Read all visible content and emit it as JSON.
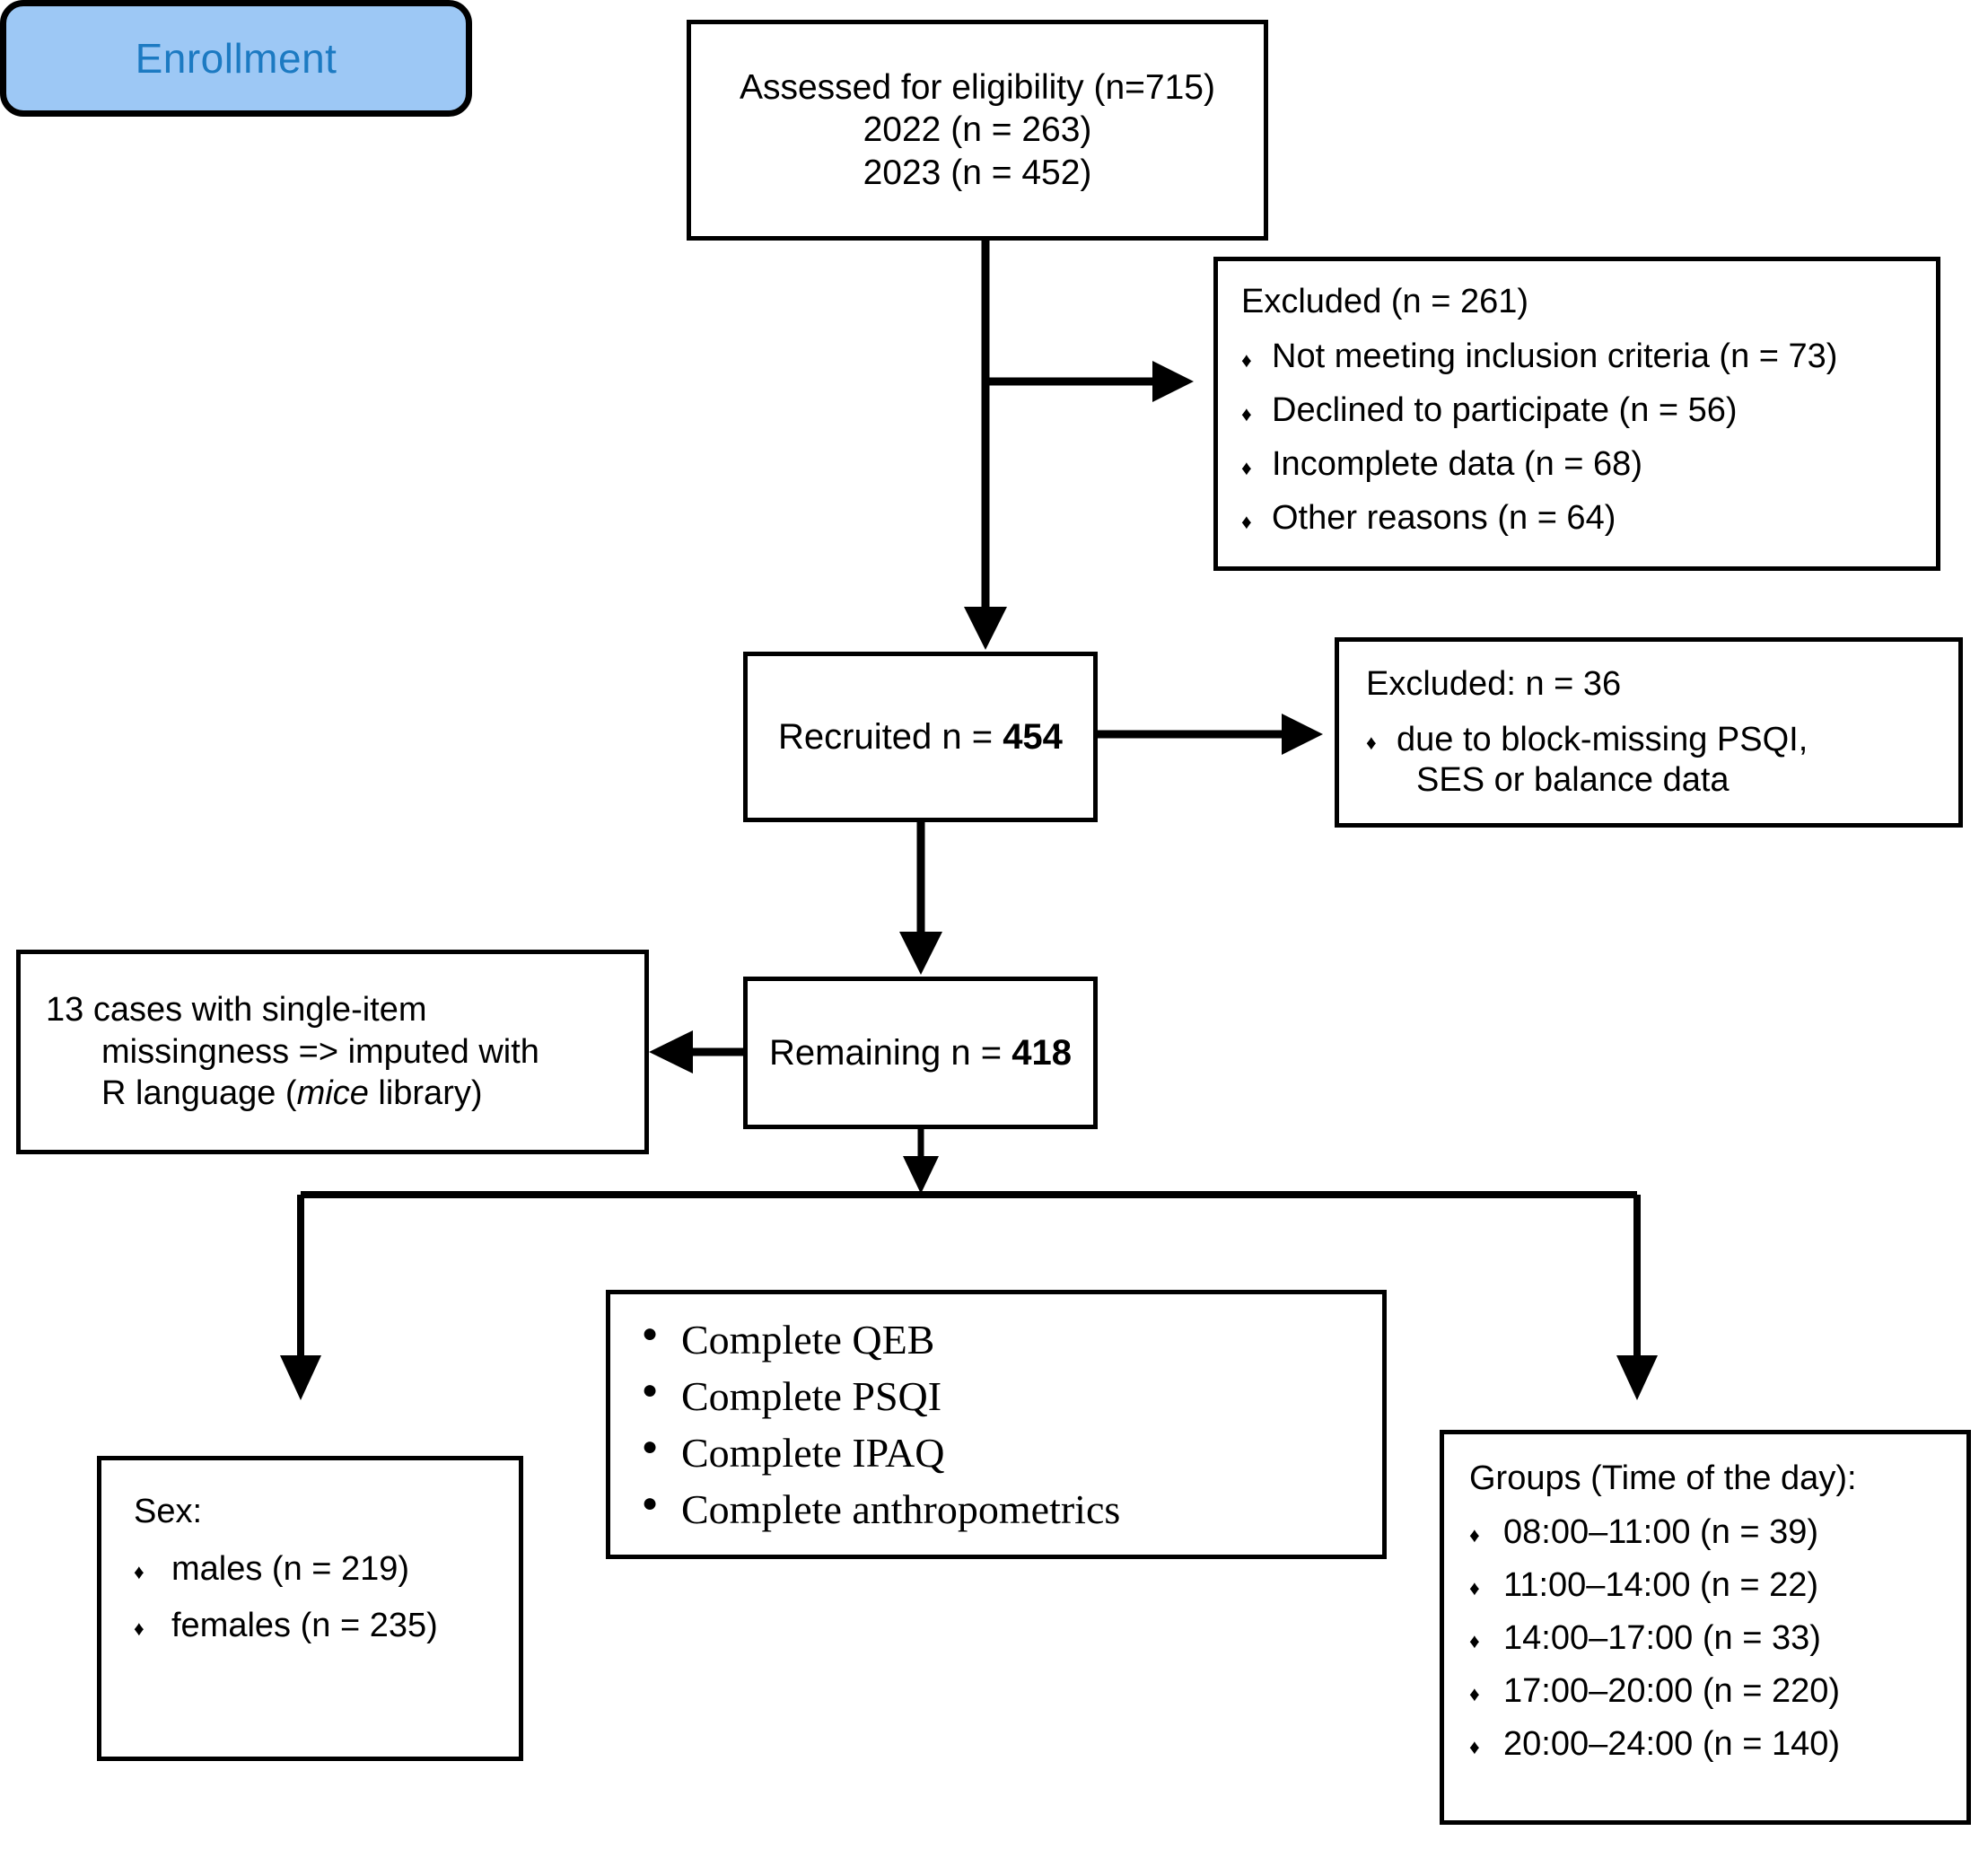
{
  "colors": {
    "enrollment_fill": "#9dc8f5",
    "enrollment_text": "#1c7ac2",
    "stroke": "#000000",
    "background": "#ffffff"
  },
  "enrollment": {
    "label": "Enrollment"
  },
  "assessed": {
    "line1": "Assessed for eligibility (n=715)",
    "line2": "2022 (n = 263)",
    "line3": "2023 (n = 452)"
  },
  "excluded_261": {
    "heading": "Excluded  (n = 261)",
    "bullet_glyph": "♦",
    "items": [
      "Not meeting inclusion criteria (n = 73)",
      "Declined to participate (n = 56)",
      "Incomplete data (n = 68)",
      "Other reasons (n = 64)"
    ]
  },
  "recruited": {
    "prefix": "Recruited n = ",
    "value": "454"
  },
  "excluded_36": {
    "heading": "Excluded: n = 36",
    "bullet_glyph": "♦",
    "item_line1": "due to block-missing PSQI,",
    "item_line2": "SES or balance data"
  },
  "imputed": {
    "line1": "13 cases with single-item",
    "line2": "missingness => imputed with",
    "line3_a": "R language (",
    "line3_italic": "mice",
    "line3_b": " library)"
  },
  "remaining": {
    "prefix": "Remaining n = ",
    "value": "418"
  },
  "complete": {
    "bullet_glyph": "●",
    "items": [
      "Complete QEB",
      "Complete PSQI",
      "Complete IPAQ",
      "Complete anthropometrics"
    ]
  },
  "sex": {
    "heading": "Sex:",
    "bullet_glyph": "♦",
    "items": [
      "males (n = 219)",
      "females (n = 235)"
    ]
  },
  "groups": {
    "heading": "Groups (Time of the day):",
    "bullet_glyph": "♦",
    "items": [
      "08:00–11:00 (n = 39)",
      "11:00–14:00 (n = 22)",
      "14:00–17:00 (n = 33)",
      "17:00–20:00 (n = 220)",
      "20:00–24:00 (n = 140)"
    ]
  }
}
